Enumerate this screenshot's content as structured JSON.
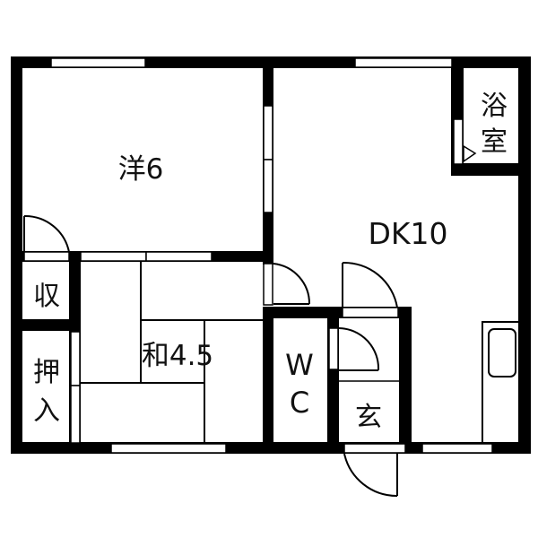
{
  "floorplan": {
    "rooms": {
      "western": {
        "label": "洋6"
      },
      "dk": {
        "label": "DK10"
      },
      "bath": {
        "line1": "浴",
        "line2": "室"
      },
      "storage": {
        "label": "収"
      },
      "closet": {
        "line1": "押",
        "line2": "入"
      },
      "japanese": {
        "label": "和4.5"
      },
      "wc": {
        "line1": "W",
        "line2": "C"
      },
      "entrance": {
        "label": "玄"
      }
    },
    "colors": {
      "wall": "#000000",
      "background": "#ffffff",
      "line": "#111111"
    }
  }
}
